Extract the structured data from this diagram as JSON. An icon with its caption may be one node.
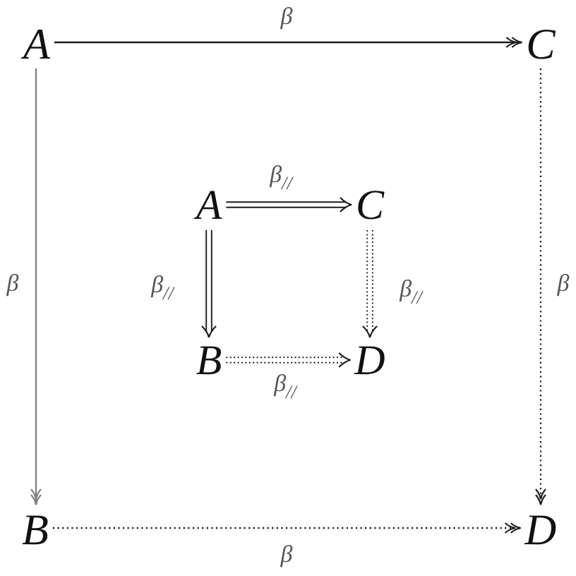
{
  "diagram": {
    "nodes": [
      {
        "text": [
          "A"
        ]
      },
      {
        "text": [
          "C"
        ]
      },
      {
        "text": [
          "A"
        ]
      },
      {
        "text": [
          "C"
        ]
      },
      {
        "text": [
          "B"
        ]
      },
      {
        "text": [
          "D"
        ]
      },
      {
        "text": [
          "B"
        ]
      },
      {
        "text": [
          "D"
        ]
      }
    ],
    "edges": [
      {
        "from": 0,
        "to": 1,
        "arrow": "to",
        "label": "β"
      },
      {
        "from": 0,
        "to": 6,
        "arrow": "to",
        "label": "β",
        "color": "#808080"
      },
      {
        "from": 1,
        "to": 7,
        "arrow": "to",
        "label": "β",
        "style": "dashed"
      },
      {
        "from": 6,
        "to": 7,
        "arrow": "to",
        "label": "β",
        "style": "dashed"
      },
      {
        "from": 2,
        "to": 3,
        "arrow": "to",
        "label": "β$_{//}$"
      },
      {
        "from": 2,
        "to": 4,
        "arrow": "to",
        "label": "β$_{//}$"
      },
      {
        "from": 3,
        "to": 5,
        "arrow": "to",
        "label": "β$_{//}$",
        "style": "dashed"
      },
      {
        "from": 4,
        "to": 5,
        "arrow": "to",
        "label": "β$_{//}$",
        "style": "dashed"
      }
    ]
  }
}
